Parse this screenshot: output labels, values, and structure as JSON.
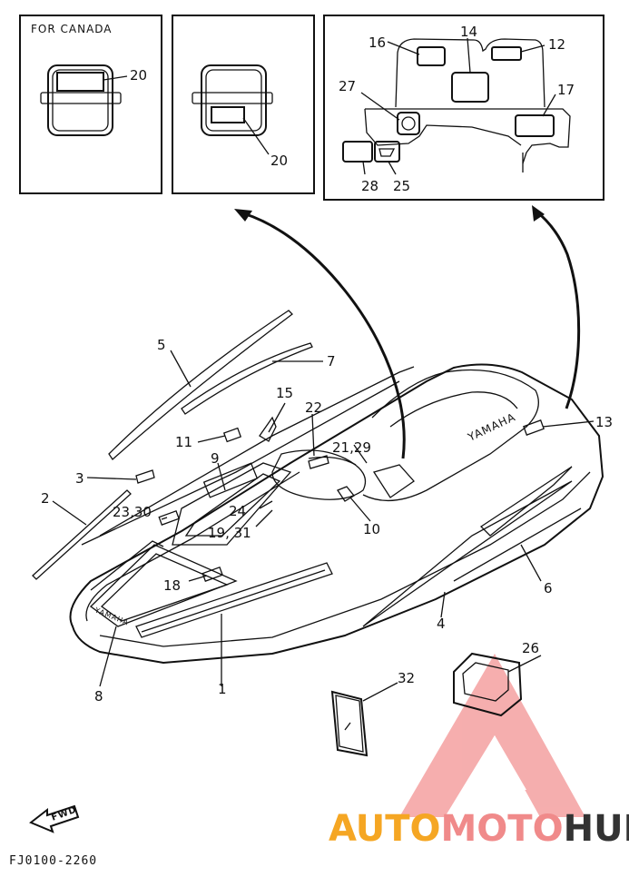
{
  "inset_left": {
    "caption": "FOR CANADA",
    "part": "20"
  },
  "inset_middle": {
    "part": "20"
  },
  "inset_right": {
    "parts": [
      "16",
      "14",
      "12",
      "27",
      "17",
      "28",
      "25"
    ]
  },
  "callouts": {
    "p1": "1",
    "p2": "2",
    "p3": "3",
    "p4": "4",
    "p5": "5",
    "p6": "6",
    "p7": "7",
    "p8": "8",
    "p9": "9",
    "p10": "10",
    "p11": "11",
    "p13": "13",
    "p15": "15",
    "p18": "18",
    "p19_31": "19, 31",
    "p21_29": "21,29",
    "p22": "22",
    "p23_30": "23,30",
    "p24": "24",
    "p26": "26",
    "p32": "32"
  },
  "hull_text": {
    "yamaha_side": "YAMAHA",
    "yamaha_front": "YAMAHA"
  },
  "fwd_label": "FWD",
  "drawing_code": "FJ0100-2260",
  "watermark": {
    "part1": "AUTO",
    "part2": "MOTO",
    "part3": "HUB",
    "color_auto": "#f5a623",
    "color_moto": "#f08a8a",
    "color_hub": "#333333",
    "triangle_color": "#f08a8a"
  }
}
